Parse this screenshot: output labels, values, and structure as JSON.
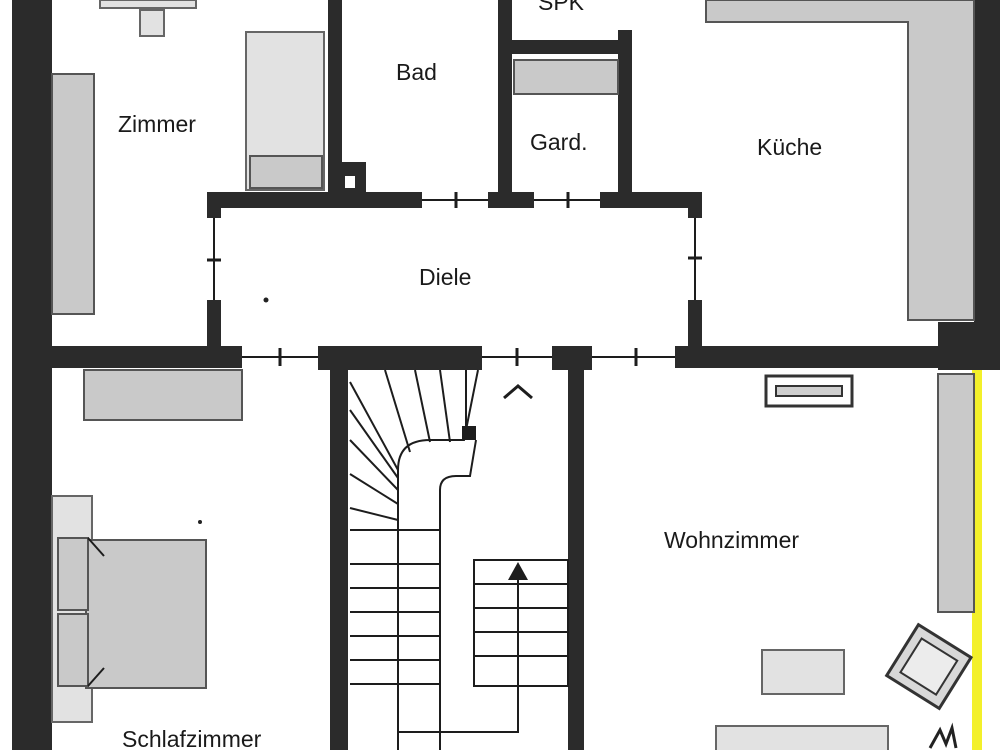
{
  "floorplan": {
    "rooms": {
      "zimmer": "Zimmer",
      "bad": "Bad",
      "spk": "SPK",
      "gard": "Gard.",
      "kueche": "Küche",
      "diele": "Diele",
      "wohnzimmer": "Wohnzimmer",
      "schlafzimmer": "Schlafzimmer"
    },
    "colors": {
      "wall": "#2b2b2b",
      "furniture": "#c9c9c9",
      "highlight_edge": "#f3f02a"
    }
  }
}
